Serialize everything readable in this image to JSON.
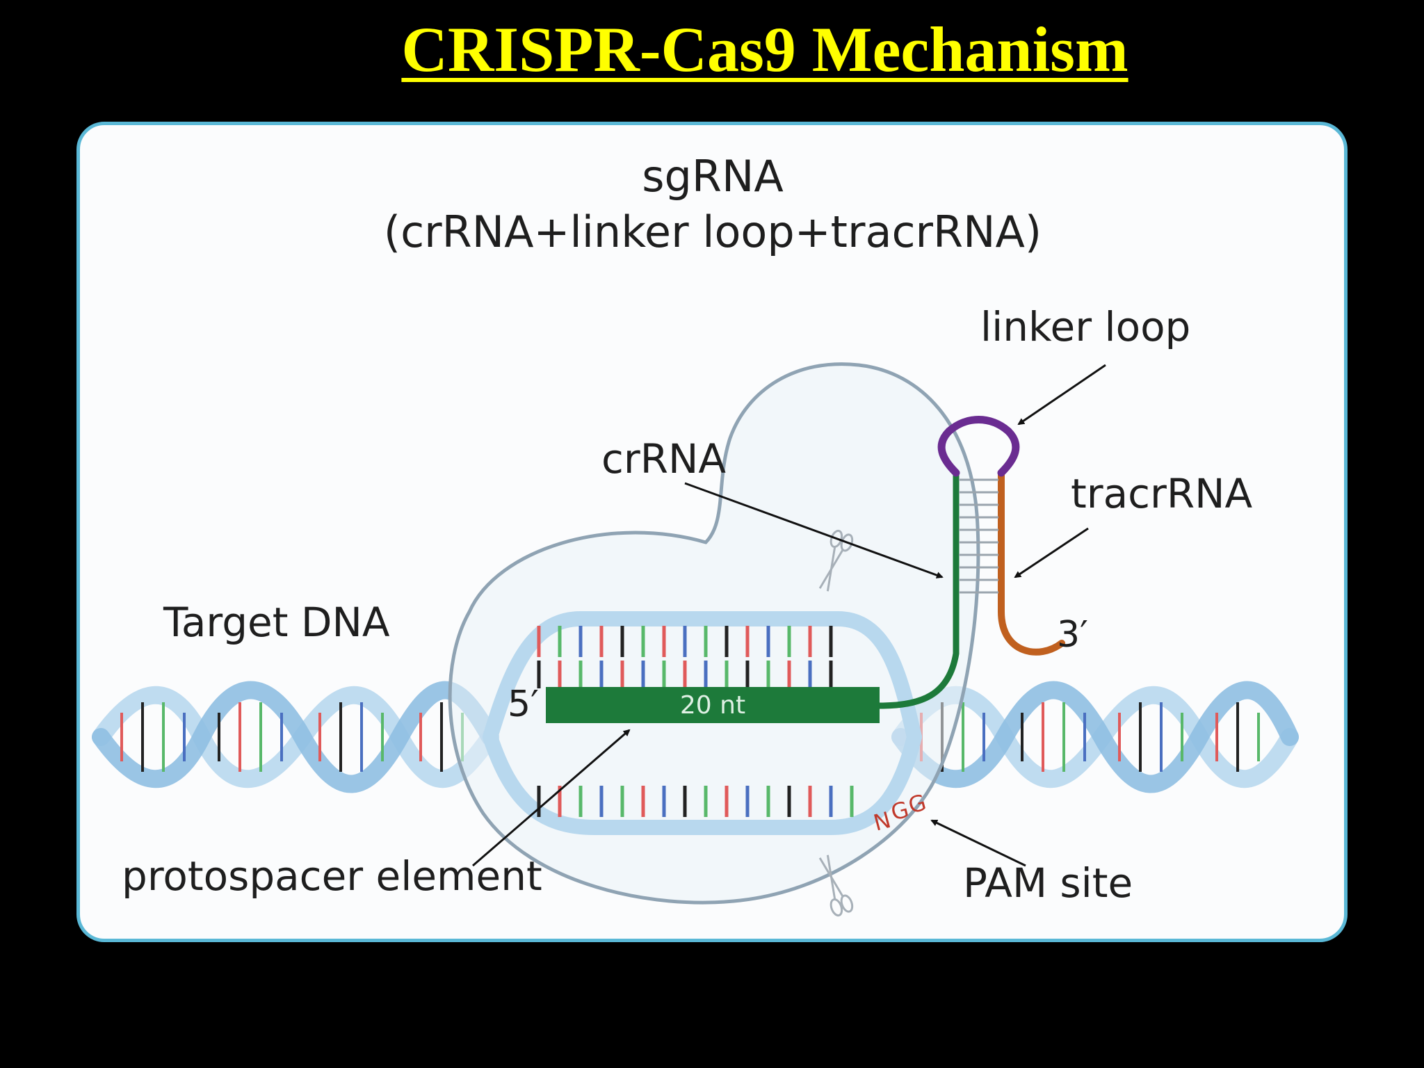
{
  "slide": {
    "title": "CRISPR-Cas9 Mechanism",
    "title_color": "#ffff00",
    "background": "#000000"
  },
  "diagram": {
    "frame_color": "#5ab8d6",
    "heading_line1": "sgRNA",
    "heading_line2": "(crRNA+linker loop+tracrRNA)",
    "labels": {
      "linker_loop": "linker loop",
      "crrna": "crRNA",
      "tracrrna": "tracrRNA",
      "target_dna": "Target DNA",
      "five_prime": "5′",
      "three_prime": "3′",
      "spacer_length": "20 nt",
      "protospacer": "protospacer element",
      "pam_site": "PAM site",
      "pam_seq_n": "N",
      "pam_seq_g1": "G",
      "pam_seq_g2": "G"
    },
    "colors": {
      "dna_helix": "#a9d0ea",
      "cas9_outline": "#8fa3b3",
      "crrna": "#1d7a3a",
      "tracrrna": "#c0601f",
      "linker_loop": "#6a2c91",
      "pam_text": "#c0392b",
      "base_red": "#e05a5a",
      "base_green": "#58b86a",
      "base_blue": "#4a6fc0",
      "base_black": "#222222"
    },
    "icons": [
      "scissors-icon",
      "scissors-icon"
    ]
  }
}
